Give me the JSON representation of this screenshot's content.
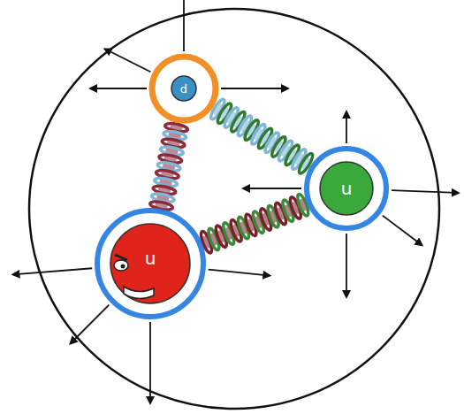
{
  "diagram": {
    "nodes": [
      {
        "text": [
          "d"
        ]
      },
      {
        "text": [
          "u"
        ]
      },
      {
        "text": [
          "u"
        ]
      }
    ],
    "edges": [
      {
        "from": 0,
        "to": 1,
        "arrow": "none"
      },
      {
        "from": 0,
        "to": 2,
        "arrow": "none"
      },
      {
        "from": 2,
        "to": 1,
        "arrow": "none"
      }
    ]
  }
}
